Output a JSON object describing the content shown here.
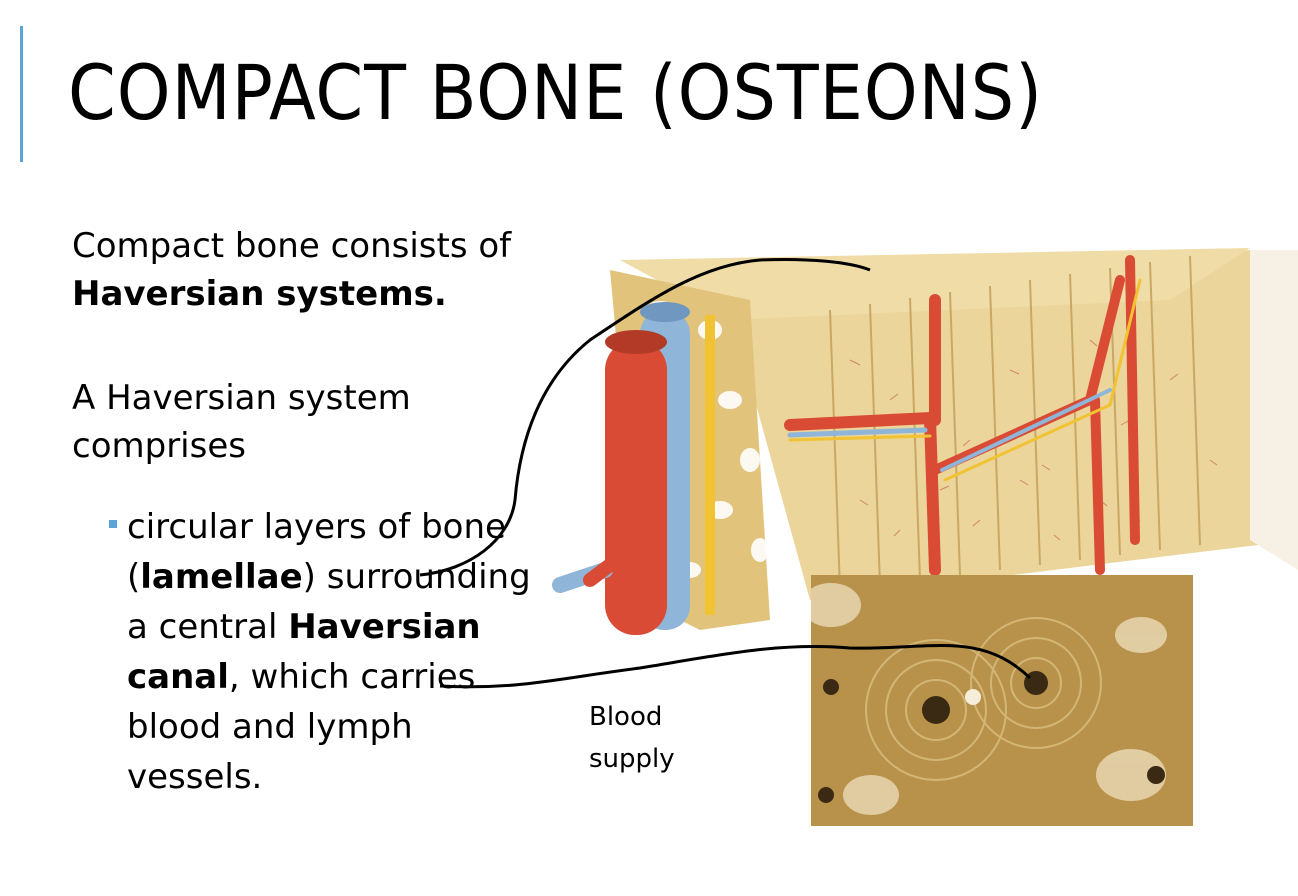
{
  "slide": {
    "title": "COMPACT BONE (OSTEONS)",
    "para1": {
      "text": "Compact bone consists of ",
      "bold": "Haversian systems."
    },
    "para2": "A Haversian system comprises",
    "bullet": {
      "t1": "circular layers of bone (",
      "b1": "lamellae",
      "t2": ") surrounding a central ",
      "b2": "Haversian canal",
      "t3": ", which carries blood and lymph vessels."
    },
    "caption": {
      "line1": "Blood",
      "line2": "supply"
    }
  },
  "colors": {
    "accent": "#5ba4d8",
    "bone": "#e8cf8f",
    "artery": "#d94b35",
    "vein": "#8fb5d9",
    "nerve": "#f1c232",
    "micro": "#b8924a"
  }
}
